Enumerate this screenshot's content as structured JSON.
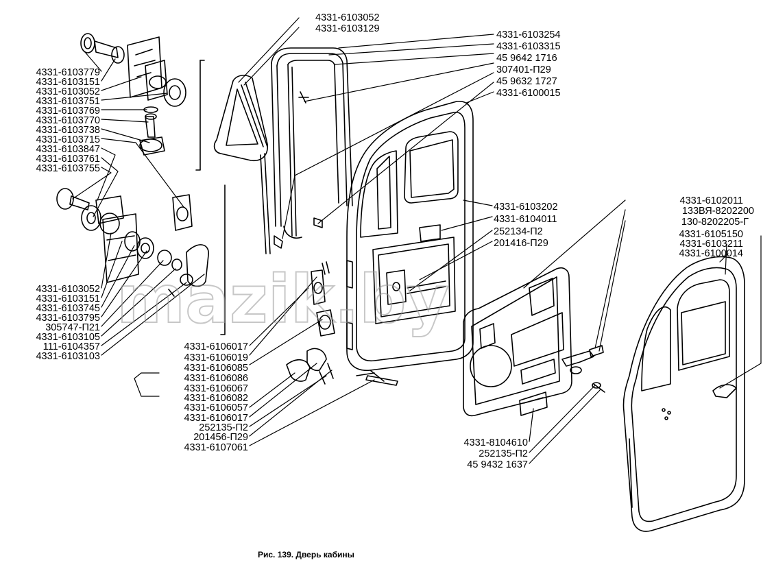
{
  "labels_left_top": [
    "4331-6103779",
    "4331-6103151",
    "4331-6103052",
    "4331-6103751",
    "4331-6103769",
    "4331-6103770",
    "4331-6103738",
    "4331-6103715",
    "4331-6103847",
    "4331-6103761",
    "4331-6103755"
  ],
  "labels_left_bottom": [
    "4331-6103052",
    "4331-6103151",
    "4331-6103745",
    "4331-6103795",
    "305747-П21",
    "4331-6103105",
    "111-6104357",
    "4331-6103103"
  ],
  "labels_top": [
    "4331-6103052",
    "4331-6103129"
  ],
  "labels_right_top": [
    "4331-6103254",
    "4331-6103315",
    "45 9642 1716",
    "307401-П29",
    "45 9632 1727",
    "4331-6100015"
  ],
  "labels_right_mid": [
    "4331-6103202",
    "4331-6104011",
    "252134-П2",
    "201416-П29"
  ],
  "labels_far_right": [
    "4331-6102011",
    "133ВЯ-8202200",
    "130-8202205-Г",
    "4331-6105150",
    "4331-6103211",
    "4331-6100014"
  ],
  "labels_center_bottom": [
    "4331-6106017",
    "4331-6106019",
    "4331-6106085",
    "4331-6106086",
    "4331-6106067",
    "4331-6106082",
    "4331-6106057",
    "4331-6106017",
    "252135-П2",
    "201456-П29",
    "4331-6107061"
  ],
  "labels_bottom_right": [
    "4331-8104610",
    "252135-П2",
    "45 9432 1637"
  ],
  "caption": "Рис. 139. Дверь кабины",
  "watermark": "mazik.by"
}
